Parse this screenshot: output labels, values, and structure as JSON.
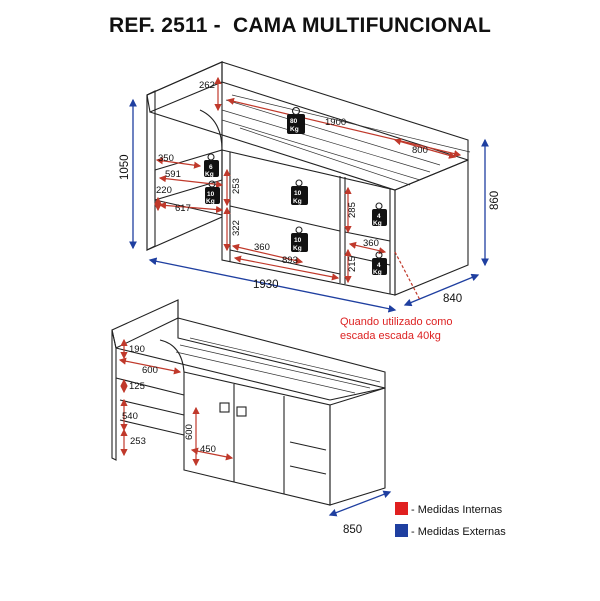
{
  "title": "REF. 2511 -  CAMA MULTIFUNCIONAL",
  "colors": {
    "internal": "#e02020",
    "external": "#1f3fa0",
    "weight_badge": "#111111"
  },
  "top_view": {
    "dims_external": {
      "height": "1050",
      "height_right": "860",
      "length": "1930",
      "depth": "840"
    },
    "dims_internal": {
      "d262": "262",
      "d1900": "1900",
      "d800": "800",
      "d350": "350",
      "d591": "591",
      "d220": "220",
      "d617": "617",
      "d253": "253",
      "d322": "322",
      "d285": "285",
      "d215": "215",
      "d360a": "360",
      "d360b": "360",
      "d893": "893"
    },
    "weights": [
      {
        "value": "80",
        "unit": "Kg"
      },
      {
        "value": "6",
        "unit": "Kg"
      },
      {
        "value": "10",
        "unit": "Kg"
      },
      {
        "value": "10",
        "unit": "Kg"
      },
      {
        "value": "10",
        "unit": "Kg"
      },
      {
        "value": "4",
        "unit": "Kg"
      },
      {
        "value": "4",
        "unit": "Kg"
      }
    ],
    "note_line1": "Quando utilizado como",
    "note_line2": "escada escada 40kg"
  },
  "bottom_view": {
    "dims_internal": {
      "d190": "190",
      "d600a": "600",
      "d125": "125",
      "d540": "540",
      "d253": "253",
      "d600b": "600",
      "d450": "450"
    },
    "dims_external": {
      "depth": "850"
    }
  },
  "legend": [
    {
      "label": "- Medidas Internas",
      "color": "#e02020"
    },
    {
      "label": "- Medidas Externas",
      "color": "#1f3fa0"
    }
  ]
}
